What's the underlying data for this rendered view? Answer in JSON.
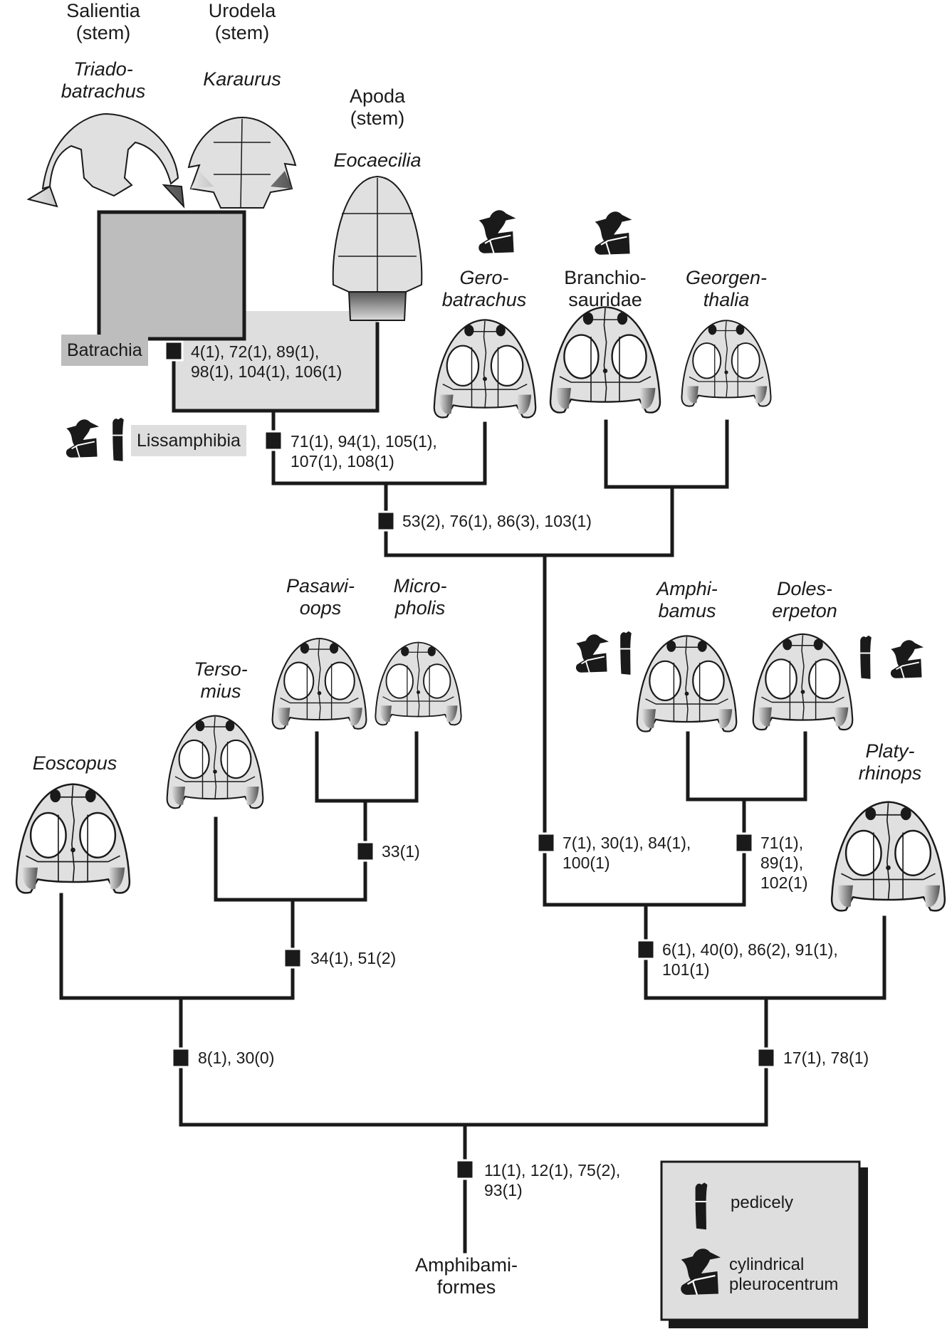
{
  "figure": {
    "type": "cladogram",
    "colors": {
      "line": "#1a1a1a",
      "batrachia_box": "#bdbdbd",
      "lissamphibia_box": "#dedede",
      "skull_fill": "#e0e0e0",
      "legend_bg": "#dedede"
    }
  },
  "crown_groups": {
    "salientia": "Salientia\n(stem)",
    "urodela": "Urodela\n(stem)",
    "apoda": "Apoda\n(stem)"
  },
  "taxa": {
    "triadobatrachus": "Triado-\nbatrachus",
    "karaurus": "Karaurus",
    "eocaecilia": "Eocaecilia",
    "gerobatrachus": "Gero-\nbatrachus",
    "branchiosauridae": "Branchio-\nsauridae",
    "georgenthalia": "Georgen-\nthalia",
    "pasawioops": "Pasawi-\noops",
    "micropholis": "Micro-\npholis",
    "tersomius": "Terso-\nmius",
    "eoscopus": "Eoscopus",
    "amphibamus": "Amphi-\nbamus",
    "doleserpeton": "Doles-\nerpeton",
    "platyrhinops": "Platy-\nrhinops",
    "amphibamiformes": "Amphibami-\nformes"
  },
  "clades": {
    "batrachia": "Batrachia",
    "lissamphibia": "Lissamphibia"
  },
  "characters": {
    "batrachia": "4(1), 72(1), 89(1),\n98(1), 104(1), 106(1)",
    "lissamphibia": "71(1), 94(1), 105(1),\n107(1), 108(1)",
    "liss_gero_branchio": "53(2), 76(1), 86(3), 103(1)",
    "right_stem": "7(1), 30(1), 84(1),\n100(1)",
    "amph_doles": "71(1),\n89(1),\n102(1)",
    "pas_micro": "33(1)",
    "ters_pas_micro": "34(1), 51(2)",
    "platy_clade": "6(1), 40(0), 86(2), 91(1),\n101(1)",
    "left_clade": "8(1), 30(0)",
    "right_clade": "17(1), 78(1)",
    "root": "11(1), 12(1), 75(2),\n93(1)"
  },
  "legend": {
    "pedicely": "pedicely",
    "pleurocentrum": "cylindrical\npleurocentrum"
  }
}
